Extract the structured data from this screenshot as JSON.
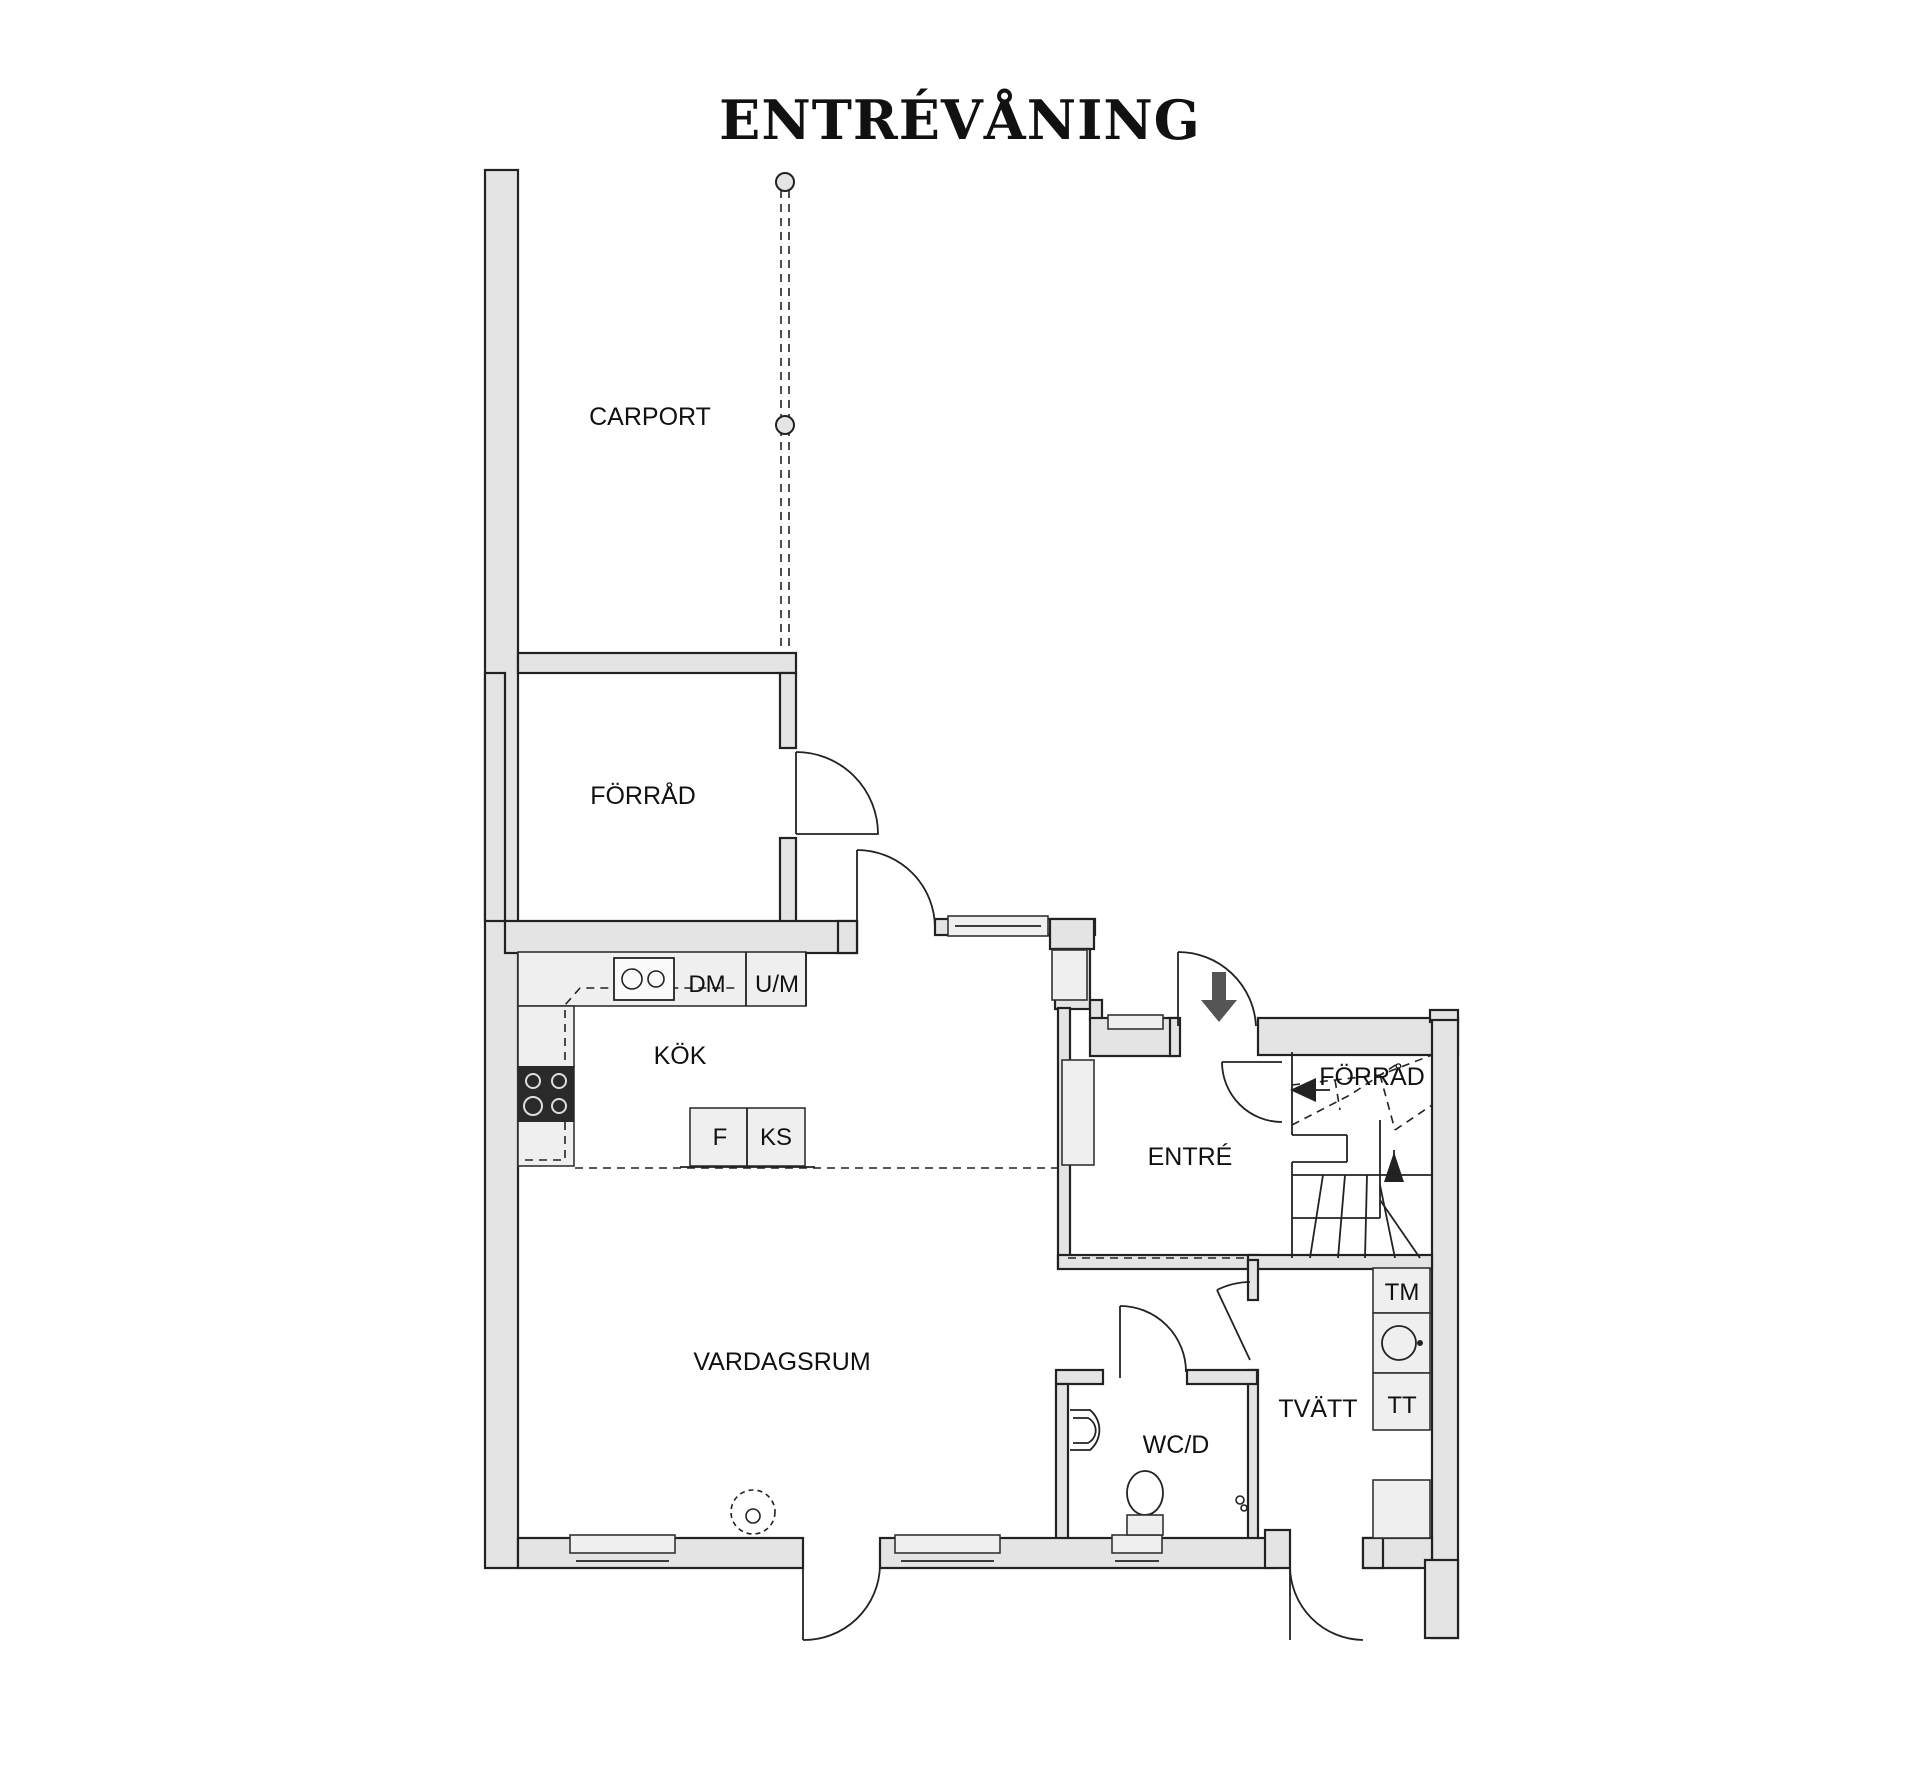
{
  "plan": {
    "title": "ENTRÉVÅNING",
    "rooms": {
      "carport": "CARPORT",
      "forrad_outer": "FÖRRÅD",
      "kok": "KÖK",
      "entre": "ENTRÉ",
      "forrad_inner": "FÖRRÅD",
      "vardagsrum": "VARDAGSRUM",
      "wc": "WC/D",
      "tvatt": "TVÄTT"
    },
    "fixtures": {
      "dm": "DM",
      "um": "U/M",
      "f": "F",
      "ks": "KS",
      "tm": "TM",
      "tt": "TT"
    },
    "colors": {
      "wall_fill": "#e4e4e4",
      "line": "#222222",
      "stove": "#2a2a2a",
      "arrow": "#555555"
    }
  }
}
